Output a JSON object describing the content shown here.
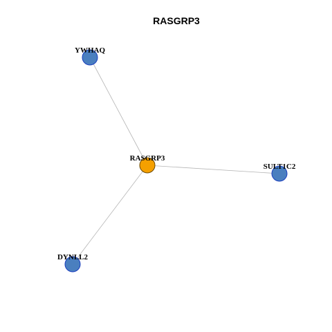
{
  "title": "RASGRP3",
  "colors": {
    "center_node": "#F5A000",
    "center_border": "#6B4800",
    "neighbor_node": "#4A7FBF",
    "neighbor_border": "#1A3EBF",
    "edge": "#B4B4B4"
  },
  "nodes": [
    {
      "id": "RASGRP3",
      "label": "RASGRP3",
      "role": "center"
    },
    {
      "id": "YWHAQ",
      "label": "YWHAQ",
      "role": "neighbor"
    },
    {
      "id": "SULT1C2",
      "label": "SULT1C2",
      "role": "neighbor"
    },
    {
      "id": "DYNLL2",
      "label": "DYNLL2",
      "role": "neighbor"
    }
  ],
  "edges": [
    {
      "source": "RASGRP3",
      "target": "YWHAQ"
    },
    {
      "source": "RASGRP3",
      "target": "SULT1C2"
    },
    {
      "source": "RASGRP3",
      "target": "DYNLL2"
    }
  ]
}
